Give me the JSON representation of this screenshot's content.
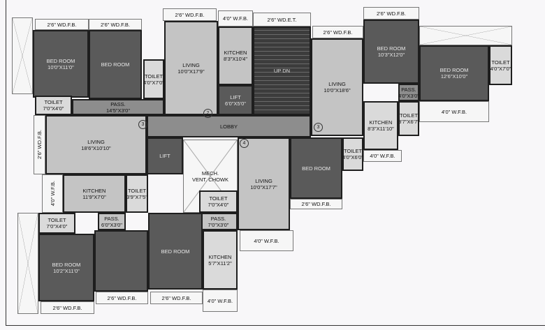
{
  "rooms": [
    {
      "name": "balcony-left-top",
      "label": "",
      "dims": "",
      "style": "x"
    },
    {
      "name": "wdfb-1",
      "label": "2'6\" WD.F.B.",
      "dims": "",
      "style": "open"
    },
    {
      "name": "wdfb-2",
      "label": "2'6\" WD.F.B.",
      "dims": "",
      "style": "open"
    },
    {
      "name": "bedroom-1",
      "label": "BED ROOM",
      "dims": "10'0\"X11'0\"",
      "style": "dark"
    },
    {
      "name": "bedroom-2",
      "label": "BED ROOM",
      "dims": "",
      "style": "dark"
    },
    {
      "name": "toilet-1",
      "label": "TOILET",
      "dims": "4'0\"X7'0\"",
      "style": "pale"
    },
    {
      "name": "toilet-2",
      "label": "TOILET",
      "dims": "7'0\"X4'0\"",
      "style": "pale"
    },
    {
      "name": "pass-1",
      "label": "PASS.",
      "dims": "14'5\"X3'0\"",
      "style": "mid"
    },
    {
      "name": "wdfb-3",
      "label": "2'6\" WD.F.B.",
      "dims": "",
      "style": "open"
    },
    {
      "name": "living-1",
      "label": "LIVING",
      "dims": "10'0\"X17'9\"",
      "style": "light"
    },
    {
      "name": "wfb-1",
      "label": "4'0\" W.F.B.",
      "dims": "",
      "style": "open"
    },
    {
      "name": "kitchen-1",
      "label": "KITCHEN",
      "dims": "8'3\"X10'4\"",
      "style": "light"
    },
    {
      "name": "lift-1",
      "label": "LIFT",
      "dims": "6'0\"X5'0\"",
      "style": "dark"
    },
    {
      "name": "wdet",
      "label": "2'6\" WD.E.T.",
      "dims": "",
      "style": "open"
    },
    {
      "name": "staircase",
      "label": "UP      DN",
      "dims": "",
      "style": "stair"
    },
    {
      "name": "wdfb-4",
      "label": "2'6\" WD.F.B.",
      "dims": "",
      "style": "open"
    },
    {
      "name": "living-2",
      "label": "LIVING",
      "dims": "10'0\"X18'6\"",
      "style": "light"
    },
    {
      "name": "wdfb-5",
      "label": "2'6\" WD.F.B.",
      "dims": "",
      "style": "open"
    },
    {
      "name": "bedroom-3",
      "label": "BED ROOM",
      "dims": "10'3\"X12'0\"",
      "style": "dark"
    },
    {
      "name": "balcony-right-top",
      "label": "",
      "dims": "",
      "style": "x"
    },
    {
      "name": "bedroom-4",
      "label": "BED ROOM",
      "dims": "12'6\"X10'0\"",
      "style": "dark"
    },
    {
      "name": "toilet-3",
      "label": "TOILET",
      "dims": "4'0\"X7'0\"",
      "style": "pale"
    },
    {
      "name": "pass-2",
      "label": "PASS.",
      "dims": "4'0\"X3'0\"",
      "style": "mid"
    },
    {
      "name": "kitchen-2",
      "label": "KITCHEN",
      "dims": "8'3\"X11'10\"",
      "style": "pale"
    },
    {
      "name": "toilet-4",
      "label": "TOILET",
      "dims": "3'7\"X6'7\"",
      "style": "pale"
    },
    {
      "name": "wfb-2",
      "label": "4'0\" W.F.B.",
      "dims": "",
      "style": "open"
    },
    {
      "name": "wfb-3",
      "label": "4'0\" W.F.B.",
      "dims": "",
      "style": "open"
    },
    {
      "name": "lobby",
      "label": "LOBBY",
      "dims": "",
      "style": "mid"
    },
    {
      "name": "wdfb-vertical",
      "label": "2'6\" WD.F.B.",
      "dims": "",
      "style": "open vert"
    },
    {
      "name": "living-3",
      "label": "LIVING",
      "dims": "18'6\"X10'10\"",
      "style": "light"
    },
    {
      "name": "lift-2",
      "label": "LIFT",
      "dims": "",
      "style": "dark"
    },
    {
      "name": "mech-vent-chowk",
      "label": "MECH.",
      "dims": "VENT. CHOWK",
      "style": "x"
    },
    {
      "name": "living-4",
      "label": "LIVING",
      "dims": "10'0\"X17'7\"",
      "style": "light"
    },
    {
      "name": "bedroom-5",
      "label": "BED ROOM",
      "dims": "",
      "style": "dark"
    },
    {
      "name": "toilet-5",
      "label": "TOILET",
      "dims": "4'0\"X6'0\"",
      "style": "pale"
    },
    {
      "name": "wdfb-6",
      "label": "2'6\" WD.F.B.",
      "dims": "",
      "style": "open"
    },
    {
      "name": "wfb-vertical",
      "label": "4'0\" W.F.B.",
      "dims": "",
      "style": "open vert"
    },
    {
      "name": "kitchen-3",
      "label": "KITCHEN",
      "dims": "11'9\"X7'0\"",
      "style": "light"
    },
    {
      "name": "toilet-6",
      "label": "TOILET",
      "dims": "3'9\"X7'5\"",
      "style": "pale"
    },
    {
      "name": "toilet-7",
      "label": "TOILET",
      "dims": "7'0\"X4'0\"",
      "style": "pale"
    },
    {
      "name": "pass-3",
      "label": "PASS.",
      "dims": "7'0\"X3'0\"",
      "style": "light"
    },
    {
      "name": "wfb-4",
      "label": "4'0\" W.F.B.",
      "dims": "",
      "style": "open"
    },
    {
      "name": "kitchen-4",
      "label": "KITCHEN",
      "dims": "5'7\"X11'2\"",
      "style": "pale"
    },
    {
      "name": "wfb-5",
      "label": "4'0\" W.F.B.",
      "dims": "",
      "style": "open"
    },
    {
      "name": "toilet-8",
      "label": "TOILET",
      "dims": "7'0\"X4'0\"",
      "style": "pale"
    },
    {
      "name": "pass-4",
      "label": "PASS.",
      "dims": "6'0\"X3'0\"",
      "style": "light"
    },
    {
      "name": "bedroom-6",
      "label": "BED ROOM",
      "dims": "10'2\"X11'0\"",
      "style": "dark"
    },
    {
      "name": "bedroom-7",
      "label": "",
      "dims": "",
      "style": "dark"
    },
    {
      "name": "bedroom-8",
      "label": "BED ROOM",
      "dims": "",
      "style": "dark"
    },
    {
      "name": "wdfb-7",
      "label": "2'6\" WD.F.B.",
      "dims": "",
      "style": "open"
    },
    {
      "name": "wdfb-8",
      "label": "2'6\" WD.F.B.",
      "dims": "",
      "style": "open"
    },
    {
      "name": "wdfb-9",
      "label": "2'6\" WD.F.B.",
      "dims": "",
      "style": "open"
    },
    {
      "name": "balcony-left-bottom",
      "label": "",
      "dims": "",
      "style": "x"
    }
  ],
  "flat_numbers": [
    "2",
    "3",
    "3",
    "4"
  ]
}
